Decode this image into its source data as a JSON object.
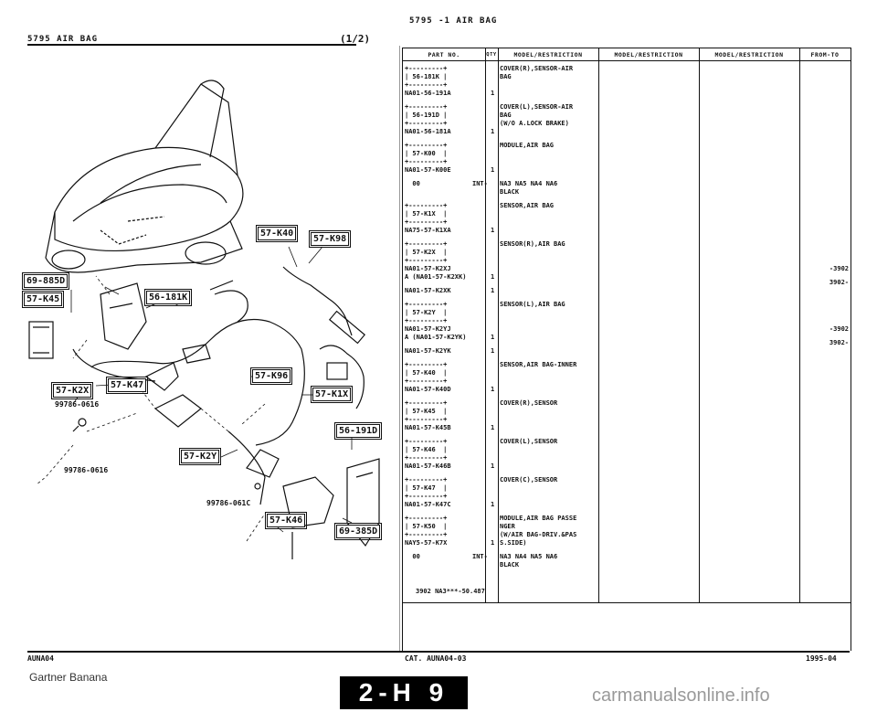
{
  "header": {
    "left": "5795   AIR BAG",
    "page": "(1/2)",
    "right": "5795 -1   AIR BAG"
  },
  "table": {
    "columns": [
      "PART NO.",
      "QTY",
      "MODEL/RESTRICTION",
      "MODEL/RESTRICTION",
      "MODEL/RESTRICTION",
      "FROM-TO"
    ],
    "rows": [
      {
        "pn": "+---------+\n| 56-181K |\n+---------+\nNA01-56-191A",
        "qty": "1",
        "desc": "COVER(R),SENSOR-AIR\nBAG",
        "fromto": ""
      },
      {
        "pn": "+---------+\n| 56-191D |\n+---------+\nNA01-56-181A",
        "qty": "1",
        "desc": "COVER(L),SENSOR-AIR\nBAG\n(W/O A.LOCK BRAKE)",
        "fromto": ""
      },
      {
        "pn": "+---------+\n| 57-K00  |\n+---------+\nNA01-57-K00E",
        "qty": "1",
        "desc": "MODULE,AIR BAG",
        "fromto": ""
      },
      {
        "pn": "  00",
        "qty": "INT-",
        "desc": "NA3 NA5 NA4 NA6\nBLACK",
        "fromto": ""
      },
      {
        "pn": "+---------+\n| 57-K1X  |\n+---------+\nNA75-57-K1XA",
        "qty": "1",
        "desc": "SENSOR,AIR BAG",
        "fromto": ""
      },
      {
        "pn": "+---------+\n| 57-K2X  |\n+---------+\nNA01-57-K2XJ\nA (NA01-57-K2XK)",
        "qty": "1",
        "desc": "SENSOR(R),AIR BAG",
        "fromto": "-3902"
      },
      {
        "pn": "NA01-57-K2XK",
        "qty": "1",
        "desc": "",
        "fromto": "3902-"
      },
      {
        "pn": "+---------+\n| 57-K2Y  |\n+---------+\nNA01-57-K2YJ\nA (NA01-57-K2YK)",
        "qty": "1",
        "desc": "SENSOR(L),AIR BAG",
        "fromto": "-3902"
      },
      {
        "pn": "NA01-57-K2YK",
        "qty": "1",
        "desc": "",
        "fromto": "3902-"
      },
      {
        "pn": "+---------+\n| 57-K40  |\n+---------+\nNA01-57-K40D",
        "qty": "1",
        "desc": "SENSOR,AIR BAG-INNER",
        "fromto": ""
      },
      {
        "pn": "+---------+\n| 57-K45  |\n+---------+\nNA01-57-K45B",
        "qty": "1",
        "desc": "COVER(R),SENSOR",
        "fromto": ""
      },
      {
        "pn": "+---------+\n| 57-K46  |\n+---------+\nNA01-57-K46B",
        "qty": "1",
        "desc": "COVER(L),SENSOR",
        "fromto": ""
      },
      {
        "pn": "+---------+\n| 57-K47  |\n+---------+\nNA01-57-K47C",
        "qty": "1",
        "desc": "COVER(C),SENSOR",
        "fromto": ""
      },
      {
        "pn": "+---------+\n| 57-K50  |\n+---------+\nNAY5-57-K7X",
        "qty": "1",
        "desc": "MODULE,AIR BAG PASSE\nNGER\n(W/AIR BAG-DRIV.&PAS\nS.SIDE)",
        "fromto": ""
      },
      {
        "pn": "  00",
        "qty": "INT-",
        "desc": "NA3 NA4 NA5 NA6\nBLACK",
        "fromto": ""
      }
    ],
    "note": "3902 NA3***-50.487"
  },
  "diagram": {
    "callouts": [
      "57-K40",
      "57-K98",
      "69-885D",
      "57-K45",
      "56-181K",
      "57-K2X",
      "57-K47",
      "57-K96",
      "57-K1X",
      "56-191D",
      "57-K2Y",
      "57-K46",
      "69-385D"
    ],
    "labels": [
      "99786-0616",
      "99786-0616",
      "99786-061C"
    ]
  },
  "footer": {
    "code": "AUNA04",
    "cat": "CAT. AUNA04-03",
    "date": "1995-04",
    "brand": "Gartner Banana",
    "page_id": "2-H 9",
    "watermark": "carmanualsonline.info"
  }
}
